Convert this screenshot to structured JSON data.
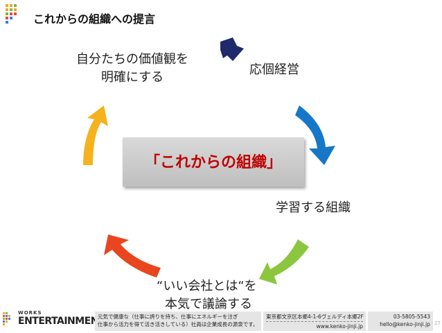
{
  "header": {
    "title": "これからの組織への提言"
  },
  "cycle": {
    "top_left_line1": "自分たちの価値観を",
    "top_left_line2": "明確にする",
    "top_right": "応個経営",
    "right": "学習する組織",
    "bottom_line1": "“いい会社とは“を",
    "bottom_line2": "本気で議論する",
    "center": "「これからの組織」"
  },
  "colors": {
    "arrow_navy": "#1f2a6b",
    "arrow_blue": "#1677c8",
    "arrow_green": "#8cc63f",
    "arrow_red": "#e8461f",
    "arrow_yellow": "#f5b21c",
    "center_text": "#c00000"
  },
  "footer": {
    "logo_small": "WORKS",
    "logo_big": "ENTERTAINMENT",
    "tagline_line1": "元気で健康な（仕事に誇りを持ち、仕事にエネルギーを注ぎ",
    "tagline_line2": "仕事から活力を得て活き活きしている）社員は企業成長の源泉です。",
    "address": "東京都文京区本郷4-1-6ヴェルディ本郷2F",
    "url": "www.kenko-jinji.jp",
    "phone": "03-5805-5543",
    "email": "hello@kenko-jinji.jp",
    "page": "27"
  }
}
